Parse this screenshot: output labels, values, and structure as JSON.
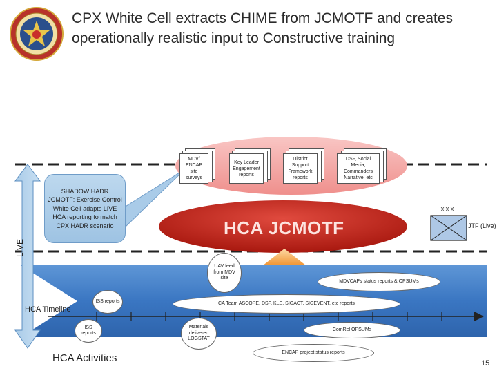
{
  "title": "CPX White Cell extracts CHIME from JCMOTF and creates operationally realistic input to Constructive training",
  "seal_text": "",
  "top_documents": [
    {
      "label": "MDV/ ENCAP site surveys"
    },
    {
      "label": "Key Leader Engagement reports"
    },
    {
      "label": "District Support Framework reports"
    },
    {
      "label": "DSF, Social Media, Commanders Narrative, etc"
    }
  ],
  "callout_text": "SHADOW HADR JCMOTF: Exercise Control White Cell adapts LIVE HCA reporting to match CPX HADR scenario",
  "hca_jcmotf": "HCA JCMOTF",
  "live_label": "LIVE",
  "unit_symbol": {
    "echelon": "XXX",
    "label": "JTF (Live)"
  },
  "hca_timeline": "HCA Timeline",
  "hca_activities": "HCA Activities",
  "page_number": "15",
  "bubbles": [
    {
      "label": "UAV feed from MDV site"
    },
    {
      "label": "MDVCAPs status reports & OPSUMs"
    },
    {
      "label": "ISS reports"
    },
    {
      "label": "CA Team ASCOPE, DSF, KLE, SIGACT, SIGEVENT, etc reports"
    },
    {
      "label": "ISS reports"
    },
    {
      "label": "Materials delivered LOGSTAT"
    },
    {
      "label": "ComRel OPSUMs"
    },
    {
      "label": "ENCAP project status reports"
    }
  ],
  "colors": {
    "band_blue": "#3a76c2",
    "ellipse_pink": "#f4a8a8",
    "hca_red": "#c42a22",
    "arrow_orange": "#f39a30",
    "callout_blue": "#a9cbe8",
    "unit_blue": "#aec8e6"
  }
}
